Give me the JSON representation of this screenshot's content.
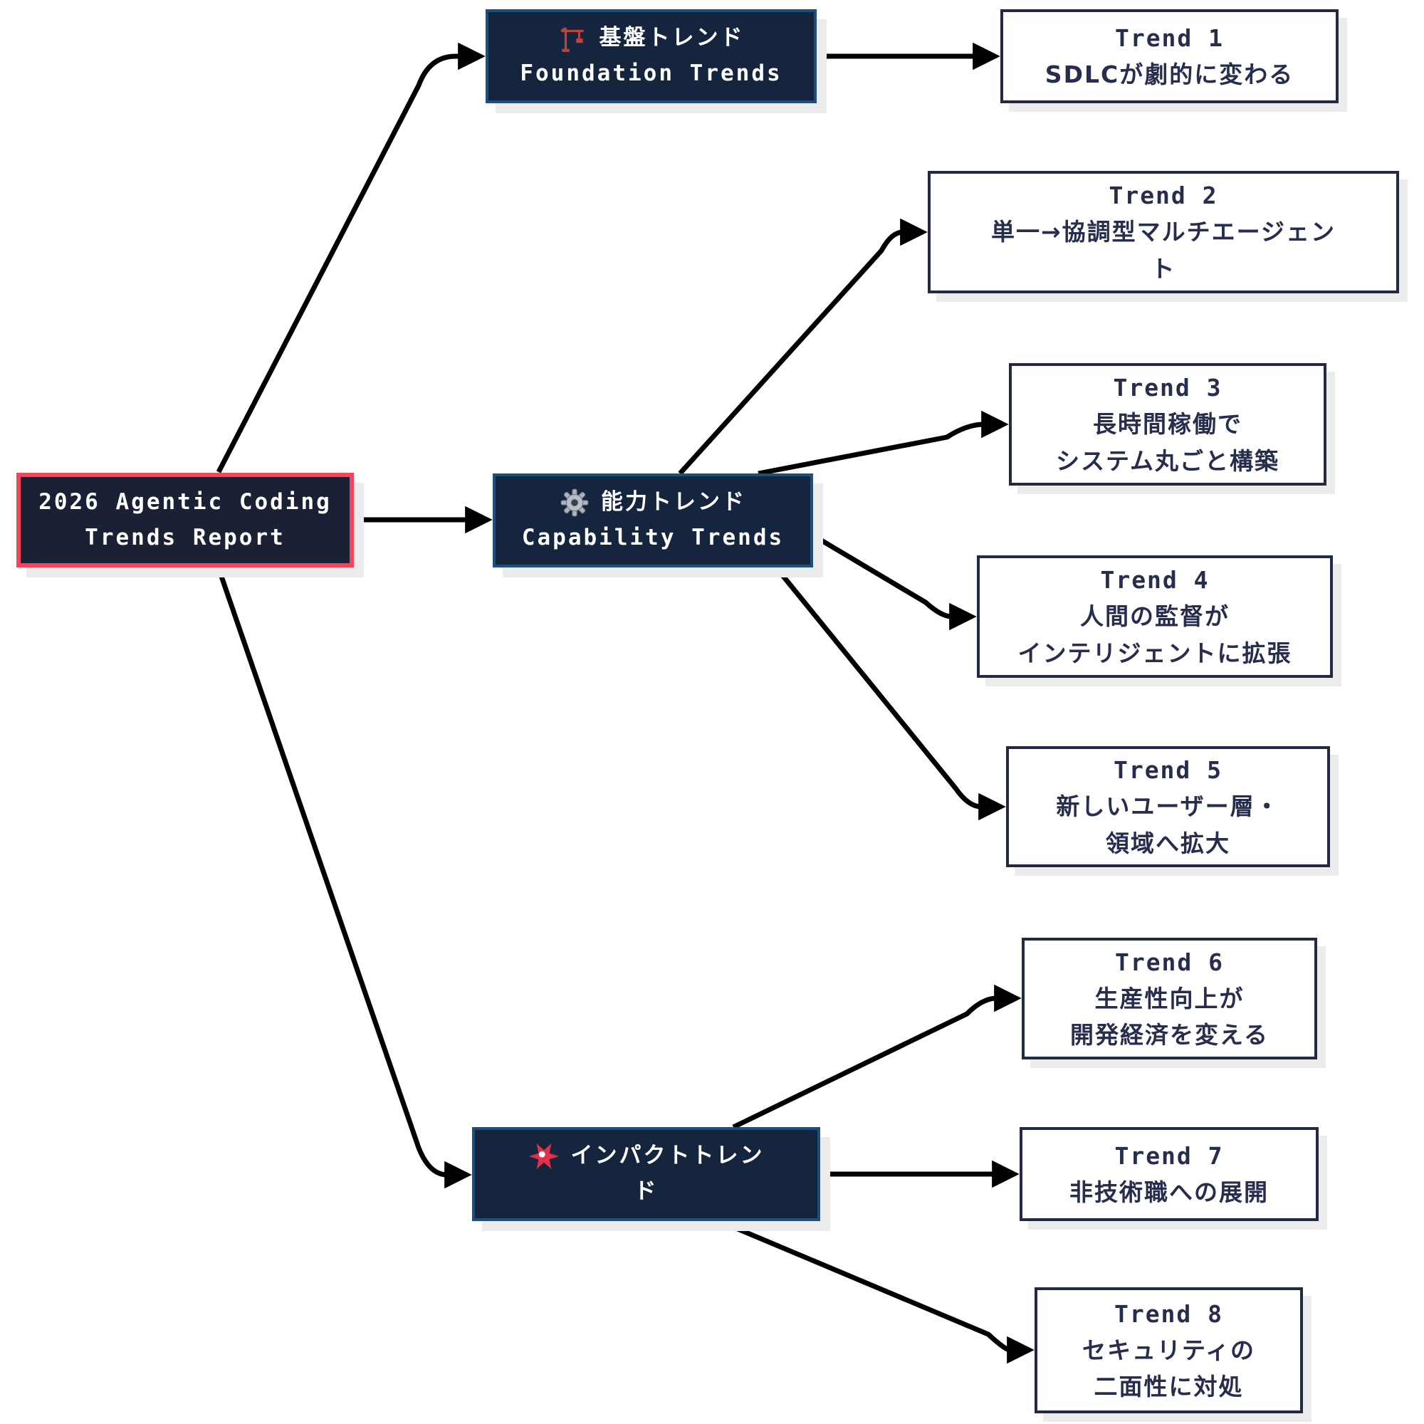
{
  "diagram": {
    "root": {
      "lines": [
        "2026 Agentic Coding",
        "Trends Report"
      ]
    },
    "categories": [
      {
        "id": "foundation",
        "icon": "crane-icon",
        "lines": [
          "基盤トレンド",
          "Foundation Trends"
        ]
      },
      {
        "id": "capability",
        "icon": "gear-icon",
        "lines": [
          "能力トレンド",
          "Capability Trends"
        ]
      },
      {
        "id": "impact",
        "icon": "burst-icon",
        "lines": [
          "インパクトトレン",
          "ド"
        ]
      }
    ],
    "trends": [
      {
        "title": "Trend 1",
        "lines": [
          "SDLCが劇的に変わる"
        ]
      },
      {
        "title": "Trend 2",
        "lines": [
          "単一→協調型マルチエージェン",
          "ト"
        ]
      },
      {
        "title": "Trend 3",
        "lines": [
          "長時間稼働で",
          "システム丸ごと構築"
        ]
      },
      {
        "title": "Trend 4",
        "lines": [
          "人間の監督が",
          "インテリジェントに拡張"
        ]
      },
      {
        "title": "Trend 5",
        "lines": [
          "新しいユーザー層・",
          "領域へ拡大"
        ]
      },
      {
        "title": "Trend 6",
        "lines": [
          "生産性向上が",
          "開発経済を変える"
        ]
      },
      {
        "title": "Trend 7",
        "lines": [
          "非技術職への展開"
        ]
      },
      {
        "title": "Trend 8",
        "lines": [
          "セキュリティの",
          "二面性に対処"
        ]
      }
    ],
    "colors": {
      "root_border": "#f4455d",
      "root_fill": "#1b2134",
      "category_fill": "#16253e",
      "category_border": "#1d4e7d",
      "trend_border": "#232941",
      "trend_text": "#272d4c",
      "edge": "#000000",
      "shadow": "#ececec"
    }
  }
}
